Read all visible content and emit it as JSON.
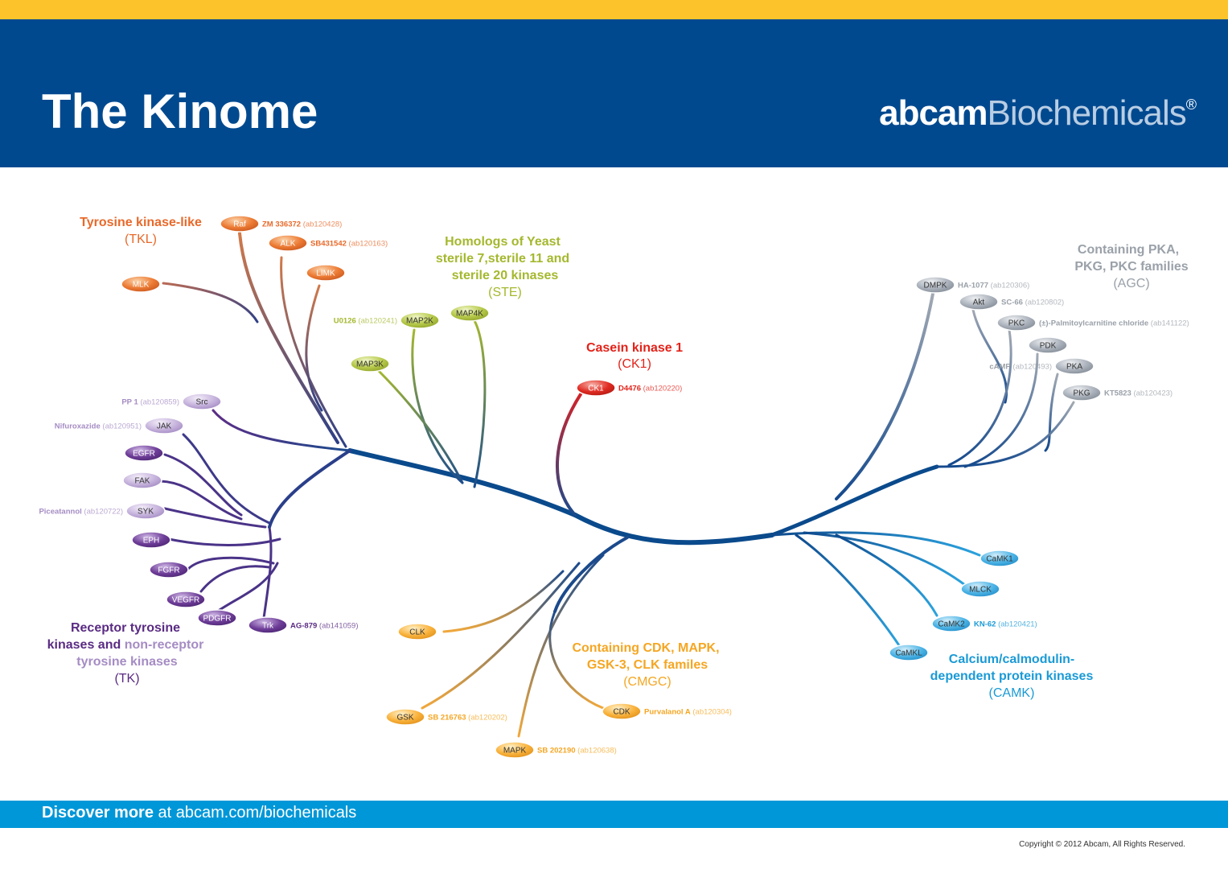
{
  "header": {
    "title": "The Kinome",
    "brand_bold": "abcam",
    "brand_light": "Biochemicals",
    "brand_mark": "®"
  },
  "footer": {
    "discover_bold": "Discover more",
    "discover_rest": " at abcam.com/biochemicals",
    "copyright": "Copyright © 2012 Abcam, All Rights Reserved."
  },
  "colors": {
    "stripe": "#fcc42a",
    "header_bg": "#00498f",
    "footer_bg": "#0097d8",
    "trunk": "#0a4a8c",
    "TKL": "#e8692a",
    "STE": "#a5b82e",
    "CK1": "#e2231a",
    "AGC": "#9aa1a9",
    "TK_dark": "#5a2b83",
    "TK_light": "#a58cc4",
    "CMGC": "#f5a623",
    "CAMK": "#1a9ad6"
  },
  "families": {
    "TKL": {
      "line1": "Tyrosine kinase-like",
      "line2": "(TKL)"
    },
    "STE": {
      "line1": "Homologs of Yeast",
      "line2": "sterile 7,sterile 11 and",
      "line3": "sterile 20 kinases",
      "line4": "(STE)"
    },
    "CK1": {
      "line1": "Casein kinase 1",
      "line2": "(CK1)"
    },
    "AGC": {
      "line1": "Containing PKA,",
      "line2": "PKG, PKC families",
      "line3": "(AGC)"
    },
    "TK": {
      "line1": "Receptor tyrosine",
      "line2a": "kinases and ",
      "line2b": "non-receptor",
      "line3": "tyrosine kinases",
      "line4": "(TK)"
    },
    "CMGC": {
      "line1": "Containing CDK, MAPK,",
      "line2": "GSK-3, CLK familes",
      "line3": "(CMGC)"
    },
    "CAMK": {
      "line1": "Calcium/calmodulin-",
      "line2": "dependent protein kinases",
      "line3": "(CAMK)"
    }
  },
  "kinases": [
    {
      "label": "Raf",
      "family": "TKL",
      "compound": "ZM 336372",
      "catalog": "(ab120428)"
    },
    {
      "label": "ALK",
      "family": "TKL",
      "compound": "SB431542",
      "catalog": "(ab120163)"
    },
    {
      "label": "LIMK",
      "family": "TKL",
      "compound": "",
      "catalog": ""
    },
    {
      "label": "MLK",
      "family": "TKL",
      "compound": "",
      "catalog": ""
    },
    {
      "label": "MAP2K",
      "family": "STE",
      "compound": "U0126",
      "catalog": "(ab120241)"
    },
    {
      "label": "MAP4K",
      "family": "STE",
      "compound": "",
      "catalog": ""
    },
    {
      "label": "MAP3K",
      "family": "STE",
      "compound": "",
      "catalog": ""
    },
    {
      "label": "CK1",
      "family": "CK1",
      "compound": "D4476",
      "catalog": "(ab120220)"
    },
    {
      "label": "DMPK",
      "family": "AGC",
      "compound": "HA-1077",
      "catalog": "(ab120306)"
    },
    {
      "label": "Akt",
      "family": "AGC",
      "compound": "SC-66",
      "catalog": "(ab120802)"
    },
    {
      "label": "PKC",
      "family": "AGC",
      "compound": "(±)-Palmitoylcarnitine chloride",
      "catalog": "(ab141122)"
    },
    {
      "label": "PDK",
      "family": "AGC",
      "compound": "",
      "catalog": ""
    },
    {
      "label": "PKA",
      "family": "AGC",
      "compound": "cAMP",
      "catalog": "(ab120493)"
    },
    {
      "label": "PKG",
      "family": "AGC",
      "compound": "KT5823",
      "catalog": "(ab120423)"
    },
    {
      "label": "Src",
      "family": "TK_light",
      "compound": "PP 1",
      "catalog": "(ab120859)"
    },
    {
      "label": "JAK",
      "family": "TK_light",
      "compound": "Nifuroxazide",
      "catalog": "(ab120951)"
    },
    {
      "label": "EGFR",
      "family": "TK_dark",
      "compound": "",
      "catalog": ""
    },
    {
      "label": "FAK",
      "family": "TK_light",
      "compound": "",
      "catalog": ""
    },
    {
      "label": "SYK",
      "family": "TK_light",
      "compound": "Piceatannol",
      "catalog": "(ab120722)"
    },
    {
      "label": "EPH",
      "family": "TK_dark",
      "compound": "",
      "catalog": ""
    },
    {
      "label": "FGFR",
      "family": "TK_dark",
      "compound": "",
      "catalog": ""
    },
    {
      "label": "VEGFR",
      "family": "TK_dark",
      "compound": "",
      "catalog": ""
    },
    {
      "label": "PDGFR",
      "family": "TK_dark",
      "compound": "",
      "catalog": ""
    },
    {
      "label": "Trk",
      "family": "TK_dark",
      "compound": "AG-879",
      "catalog": "(ab141059)"
    },
    {
      "label": "CLK",
      "family": "CMGC",
      "compound": "",
      "catalog": ""
    },
    {
      "label": "GSK",
      "family": "CMGC",
      "compound": "SB 216763",
      "catalog": "(ab120202)"
    },
    {
      "label": "MAPK",
      "family": "CMGC",
      "compound": "SB 202190",
      "catalog": "(ab120638)"
    },
    {
      "label": "CDK",
      "family": "CMGC",
      "compound": "Purvalanol A",
      "catalog": "(ab120304)"
    },
    {
      "label": "CaMK1",
      "family": "CAMK",
      "compound": "",
      "catalog": ""
    },
    {
      "label": "MLCK",
      "family": "CAMK",
      "compound": "",
      "catalog": ""
    },
    {
      "label": "CaMK2",
      "family": "CAMK",
      "compound": "KN-62",
      "catalog": "(ab120421)"
    },
    {
      "label": "CaMKL",
      "family": "CAMK",
      "compound": "",
      "catalog": ""
    }
  ]
}
